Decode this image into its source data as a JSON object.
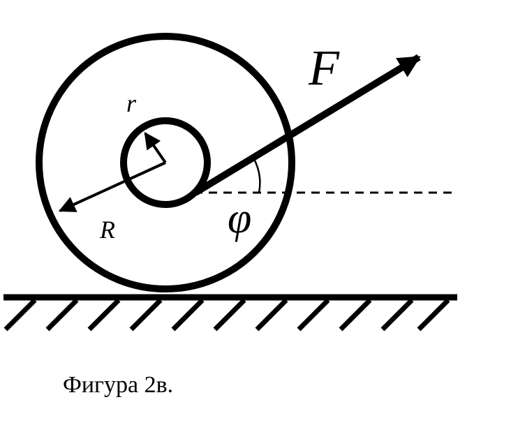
{
  "labels": {
    "force": "F",
    "inner_radius": "r",
    "outer_radius": "R",
    "angle": "φ"
  },
  "caption": "Фигура 2в."
}
